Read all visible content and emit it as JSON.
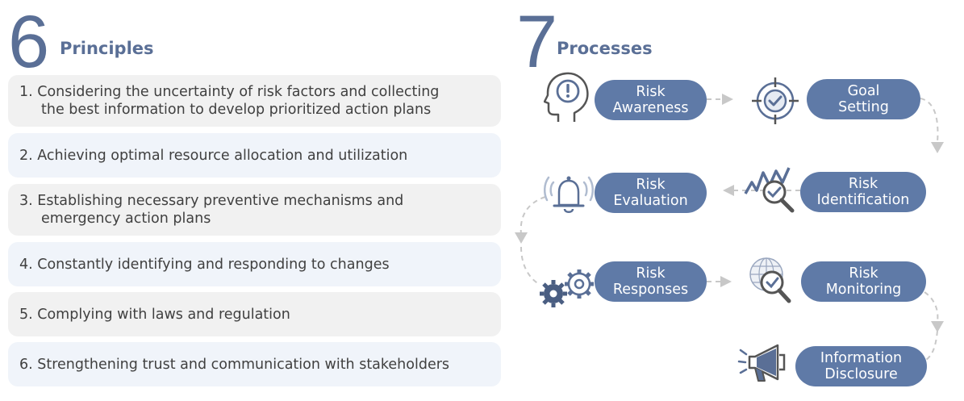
{
  "principles": {
    "number": "6",
    "title": "Principles",
    "items": [
      {
        "line1": "1. Considering the uncertainty of risk factors and collecting",
        "line2": "the best information to develop prioritized action plans"
      },
      {
        "line1": "2. Achieving optimal resource allocation and utilization",
        "line2": ""
      },
      {
        "line1": "3. Establishing necessary preventive mechanisms and",
        "line2": "emergency action plans"
      },
      {
        "line1": "4. Constantly identifying and responding to changes",
        "line2": ""
      },
      {
        "line1": "5. Complying with laws and regulation",
        "line2": ""
      },
      {
        "line1": "6. Strengthening trust and communication with stakeholders",
        "line2": ""
      }
    ]
  },
  "processes": {
    "number": "7",
    "title": "Processes",
    "steps": [
      {
        "line1": "Risk",
        "line2": "Awareness",
        "icon": "head-alert-icon"
      },
      {
        "line1": "Goal",
        "line2": "Setting",
        "icon": "target-check-icon"
      },
      {
        "line1": "Risk",
        "line2": "Identification",
        "icon": "chart-magnifier-icon"
      },
      {
        "line1": "Risk",
        "line2": "Evaluation",
        "icon": "bell-icon"
      },
      {
        "line1": "Risk",
        "line2": "Responses",
        "icon": "gears-icon"
      },
      {
        "line1": "Risk",
        "line2": "Monitoring",
        "icon": "globe-magnifier-icon"
      },
      {
        "line1": "Information",
        "line2": "Disclosure",
        "icon": "megaphone-icon"
      }
    ]
  },
  "colors": {
    "accent": "#5a6f96",
    "pill": "#5f7aa7",
    "principle_gray": "#f1f1f1",
    "principle_blue": "#f0f4fa",
    "arrow": "#c8c8c8"
  }
}
